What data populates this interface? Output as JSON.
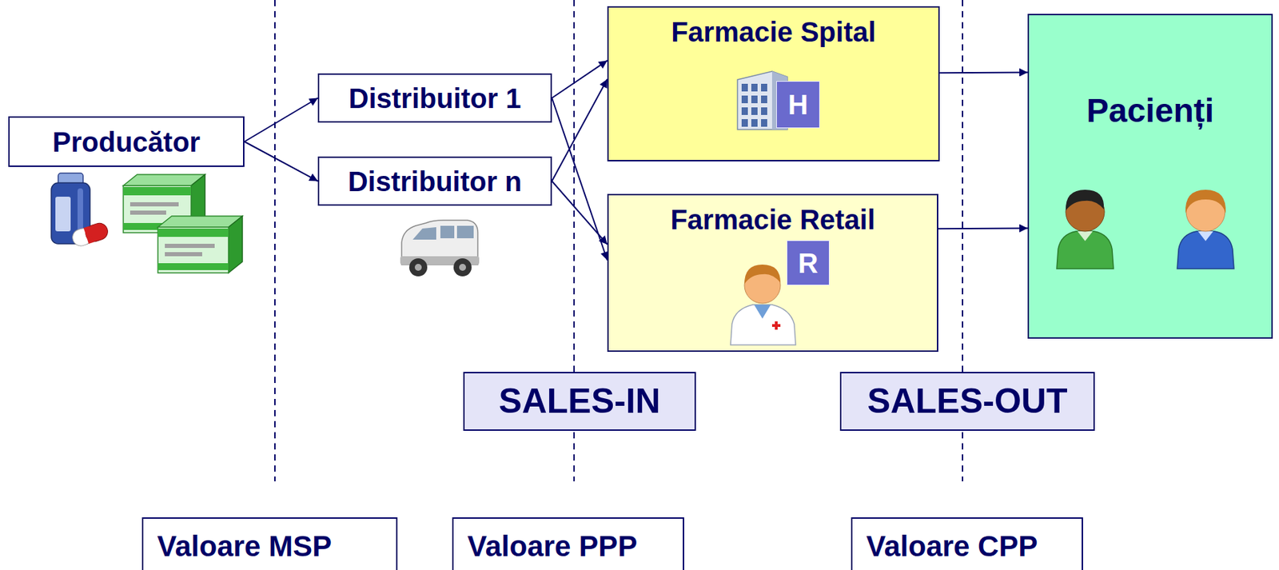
{
  "diagram": {
    "nodes": [
      {
        "text": [
          "Producător"
        ]
      },
      {
        "text": [
          "Distribuitor 1"
        ]
      },
      {
        "text": [
          "Distribuitor n"
        ]
      },
      {
        "text": [
          "Farmacie Spital"
        ]
      },
      {
        "text": [
          "Farmacie Retail"
        ]
      },
      {
        "text": [
          "Pacienți"
        ]
      },
      {
        "text": [
          "SALES-IN"
        ]
      },
      {
        "text": [
          "SALES-OUT"
        ]
      },
      {
        "text": [
          "Valoare MSP"
        ]
      },
      {
        "text": [
          "Valoare PPP"
        ]
      },
      {
        "text": [
          "Valoare CPP"
        ]
      }
    ],
    "edges": [
      {
        "from": 0,
        "to": 1,
        "arrow": "to"
      },
      {
        "from": 0,
        "to": 2,
        "arrow": "to"
      },
      {
        "from": 1,
        "to": 3,
        "arrow": "to"
      },
      {
        "from": 1,
        "to": 4,
        "arrow": "to"
      },
      {
        "from": 2,
        "to": 3,
        "arrow": "to"
      },
      {
        "from": 2,
        "to": 4,
        "arrow": "to"
      },
      {
        "from": 3,
        "to": 5,
        "arrow": "to"
      },
      {
        "from": 4,
        "to": 5,
        "arrow": "to"
      }
    ],
    "labels": [
      "H",
      "R"
    ]
  }
}
